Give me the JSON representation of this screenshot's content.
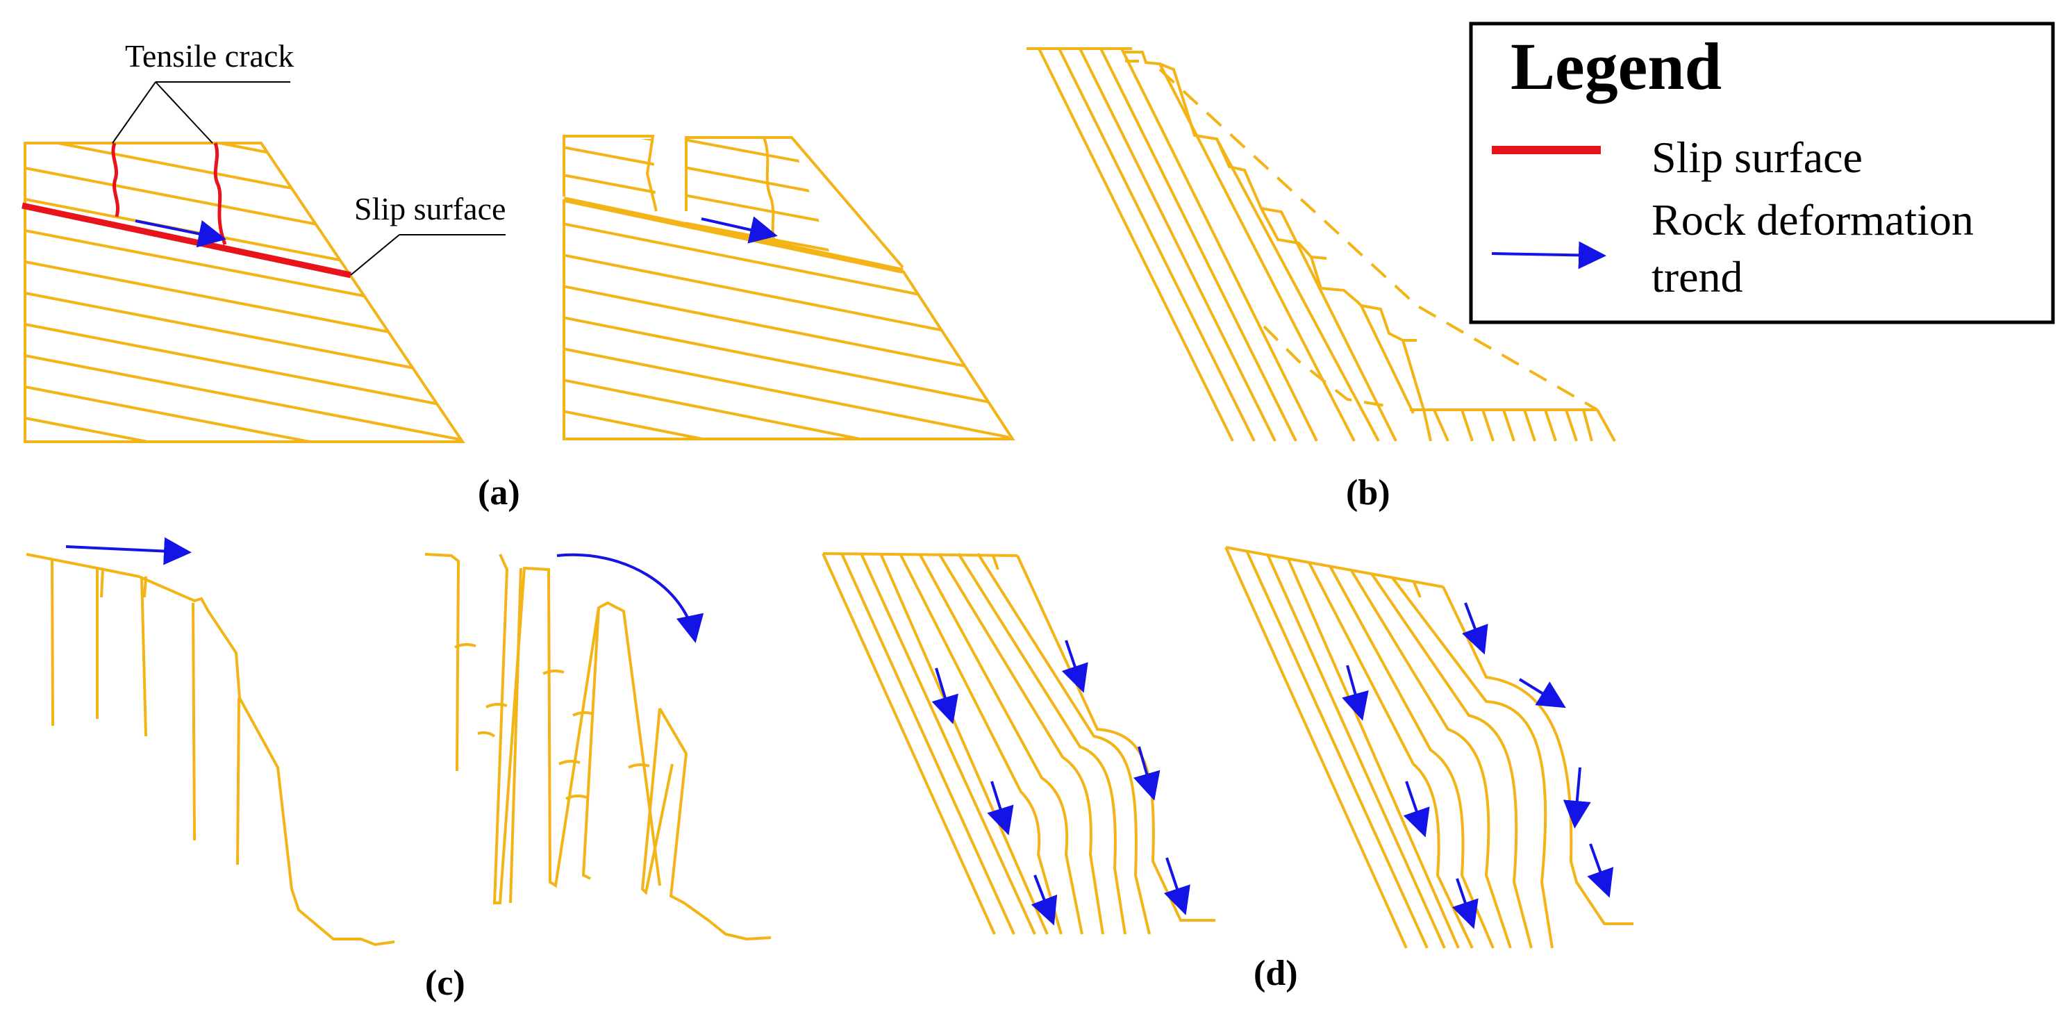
{
  "figure": {
    "panels": [
      {
        "id": "a",
        "label": "(a)"
      },
      {
        "id": "b",
        "label": "(b)"
      },
      {
        "id": "c",
        "label": "(c)"
      },
      {
        "id": "d",
        "label": "(d)"
      }
    ]
  },
  "annotations": {
    "tensile_crack": "Tensile crack",
    "slip_surface": "Slip surface"
  },
  "legend": {
    "title": "Legend",
    "items": [
      {
        "label": "Slip surface"
      },
      {
        "label_line1": "Rock deformation",
        "label_line2": "trend"
      }
    ]
  },
  "colors": {
    "rock": "#f2b416",
    "slip_surface": "#e8141c",
    "deformation_arrow": "#1414e6",
    "text": "#000000"
  }
}
